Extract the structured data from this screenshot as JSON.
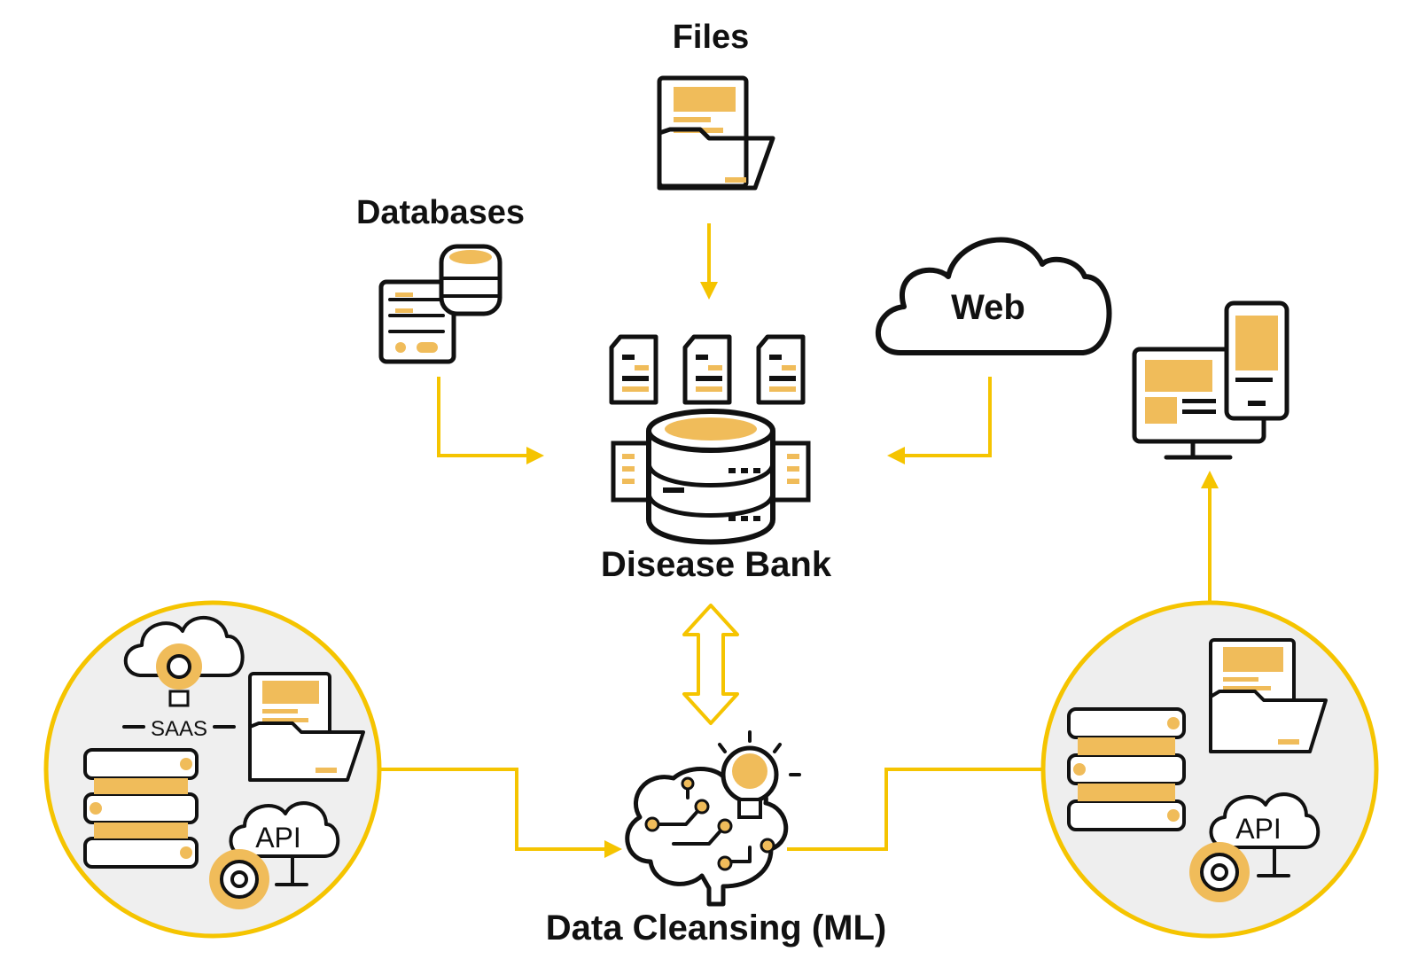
{
  "labels": {
    "files": "Files",
    "databases": "Databases",
    "web": "Web",
    "disease_bank": "Disease Bank",
    "data_cleansing": "Data Cleansing (ML)",
    "saas": "SAAS",
    "api_left": "API",
    "api_right": "API"
  },
  "icons": {
    "files": "files-folder-icon",
    "databases": "database-server-icon",
    "web": "cloud-icon",
    "devices": "desktop-mobile-icon",
    "disease_bank": "central-database-icon",
    "data_cleansing": "brain-lightbulb-icon",
    "left_sources": "saas-api-sources-icon",
    "right_outputs": "api-storage-outputs-icon"
  },
  "colors": {
    "accent": "#F5C400",
    "fill": "#F0BC5A",
    "ink": "#111111",
    "circle_bg": "#EEEEEE"
  }
}
